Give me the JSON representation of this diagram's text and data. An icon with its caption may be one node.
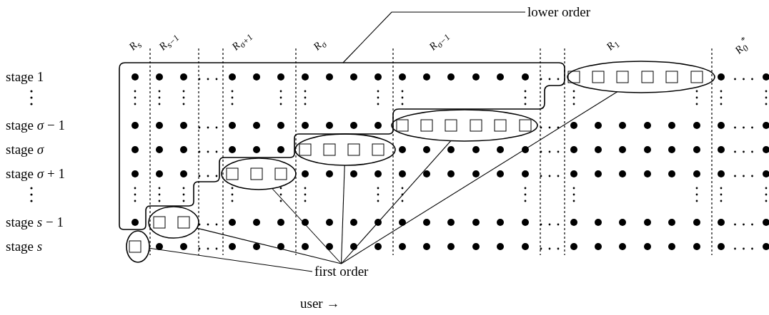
{
  "diagram": {
    "nodes": [
      {
        "text": [
          "lower order"
        ]
      },
      {
        "text": [],
        "shape": "box"
      },
      {
        "text": [],
        "shape": "ellipse"
      },
      {
        "text": [],
        "shape": "ellipse"
      },
      {
        "text": [],
        "shape": "ellipse"
      },
      {
        "text": [],
        "shape": "ellipse"
      },
      {
        "text": [],
        "shape": "ellipse"
      },
      {
        "text": [],
        "shape": "ellipse"
      },
      {
        "text": [
          "first order"
        ]
      }
    ],
    "edges": [
      {
        "from": 0,
        "to": 1,
        "arrow": "none"
      },
      {
        "from": 8,
        "to": 2,
        "arrow": "none"
      },
      {
        "from": 8,
        "to": 3,
        "arrow": "none"
      },
      {
        "from": 8,
        "to": 4,
        "arrow": "none"
      },
      {
        "from": 8,
        "to": 5,
        "arrow": "none"
      },
      {
        "from": 8,
        "to": 6,
        "arrow": "none"
      },
      {
        "from": 8,
        "to": 7,
        "arrow": "none"
      }
    ],
    "labels": [
      "R$_{s}$",
      "R$_{s−1}$",
      "R$_{σ+1}$",
      "R$_{σ}$",
      "R$_{σ−1}$",
      "R$_{1}$",
      "R$_{0}$$^{*}$",
      "stage 1",
      "stage *σ* − 1",
      "stage *σ*",
      "stage *σ* + 1",
      "stage *s* − 1",
      "stage *s*",
      "user →"
    ]
  }
}
